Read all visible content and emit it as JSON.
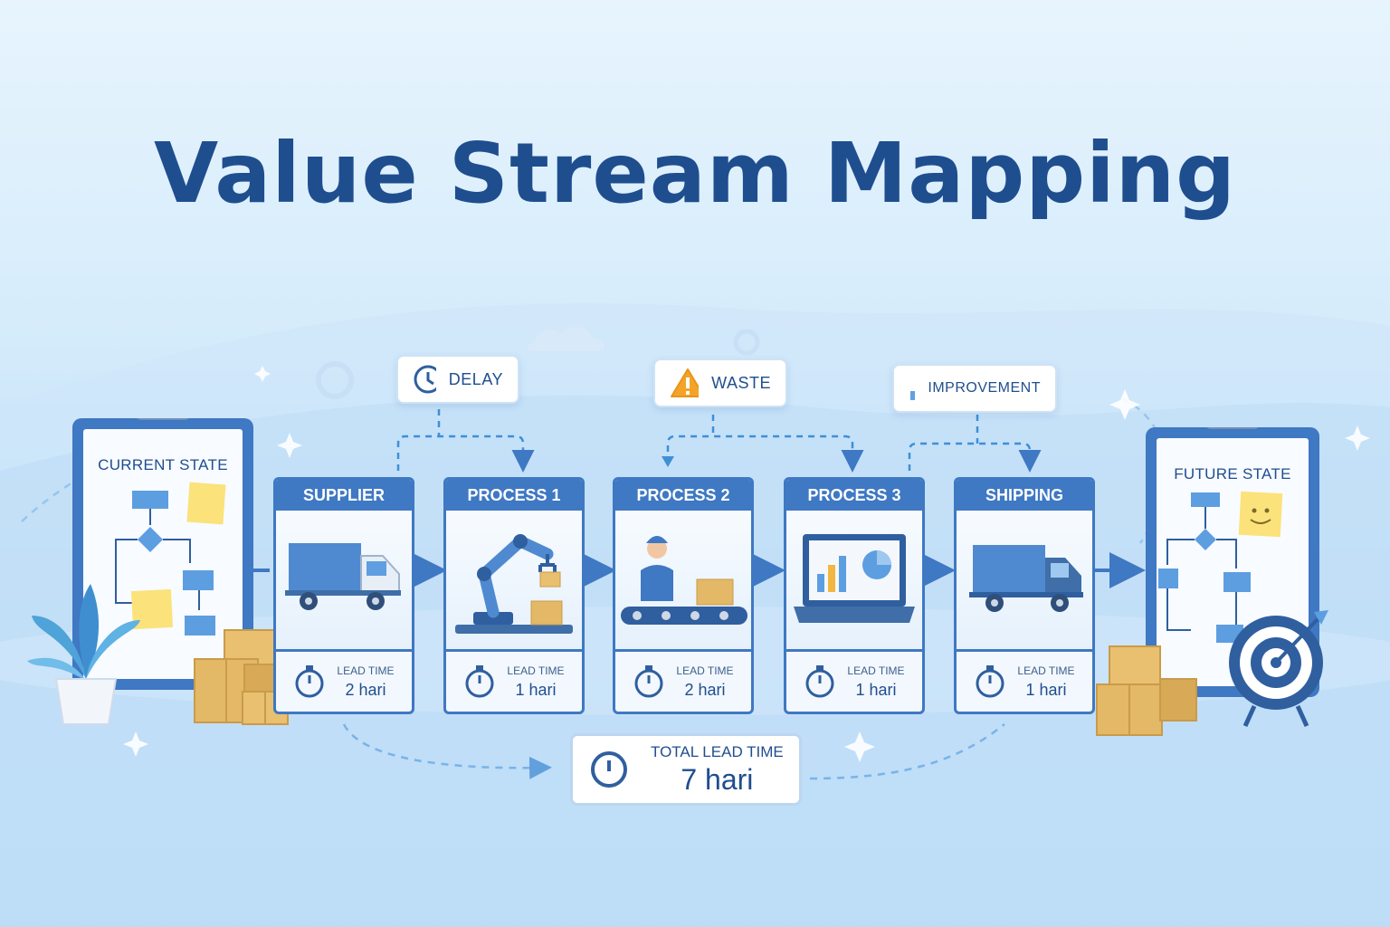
{
  "title": "Value Stream Mapping",
  "tags": {
    "delay": "DELAY",
    "waste": "WASTE",
    "improvement": "IMPROVEMENT"
  },
  "current_state": "CURRENT STATE",
  "future_state": "FUTURE STATE",
  "lead_time_label": "LEAD TIME",
  "stages": [
    {
      "name": "SUPPLIER",
      "lead_time": "2 hari"
    },
    {
      "name": "PROCESS 1",
      "lead_time": "1 hari"
    },
    {
      "name": "PROCESS 2",
      "lead_time": "2 hari"
    },
    {
      "name": "PROCESS 3",
      "lead_time": "1 hari"
    },
    {
      "name": "SHIPPING",
      "lead_time": "1 hari"
    }
  ],
  "total": {
    "label": "TOTAL LEAD TIME",
    "value": "7 hari"
  },
  "colors": {
    "primary": "#3f78c3",
    "title": "#1f4e8f",
    "box": "#e3b866",
    "warning": "#f3a428",
    "note": "#fbe27a"
  }
}
